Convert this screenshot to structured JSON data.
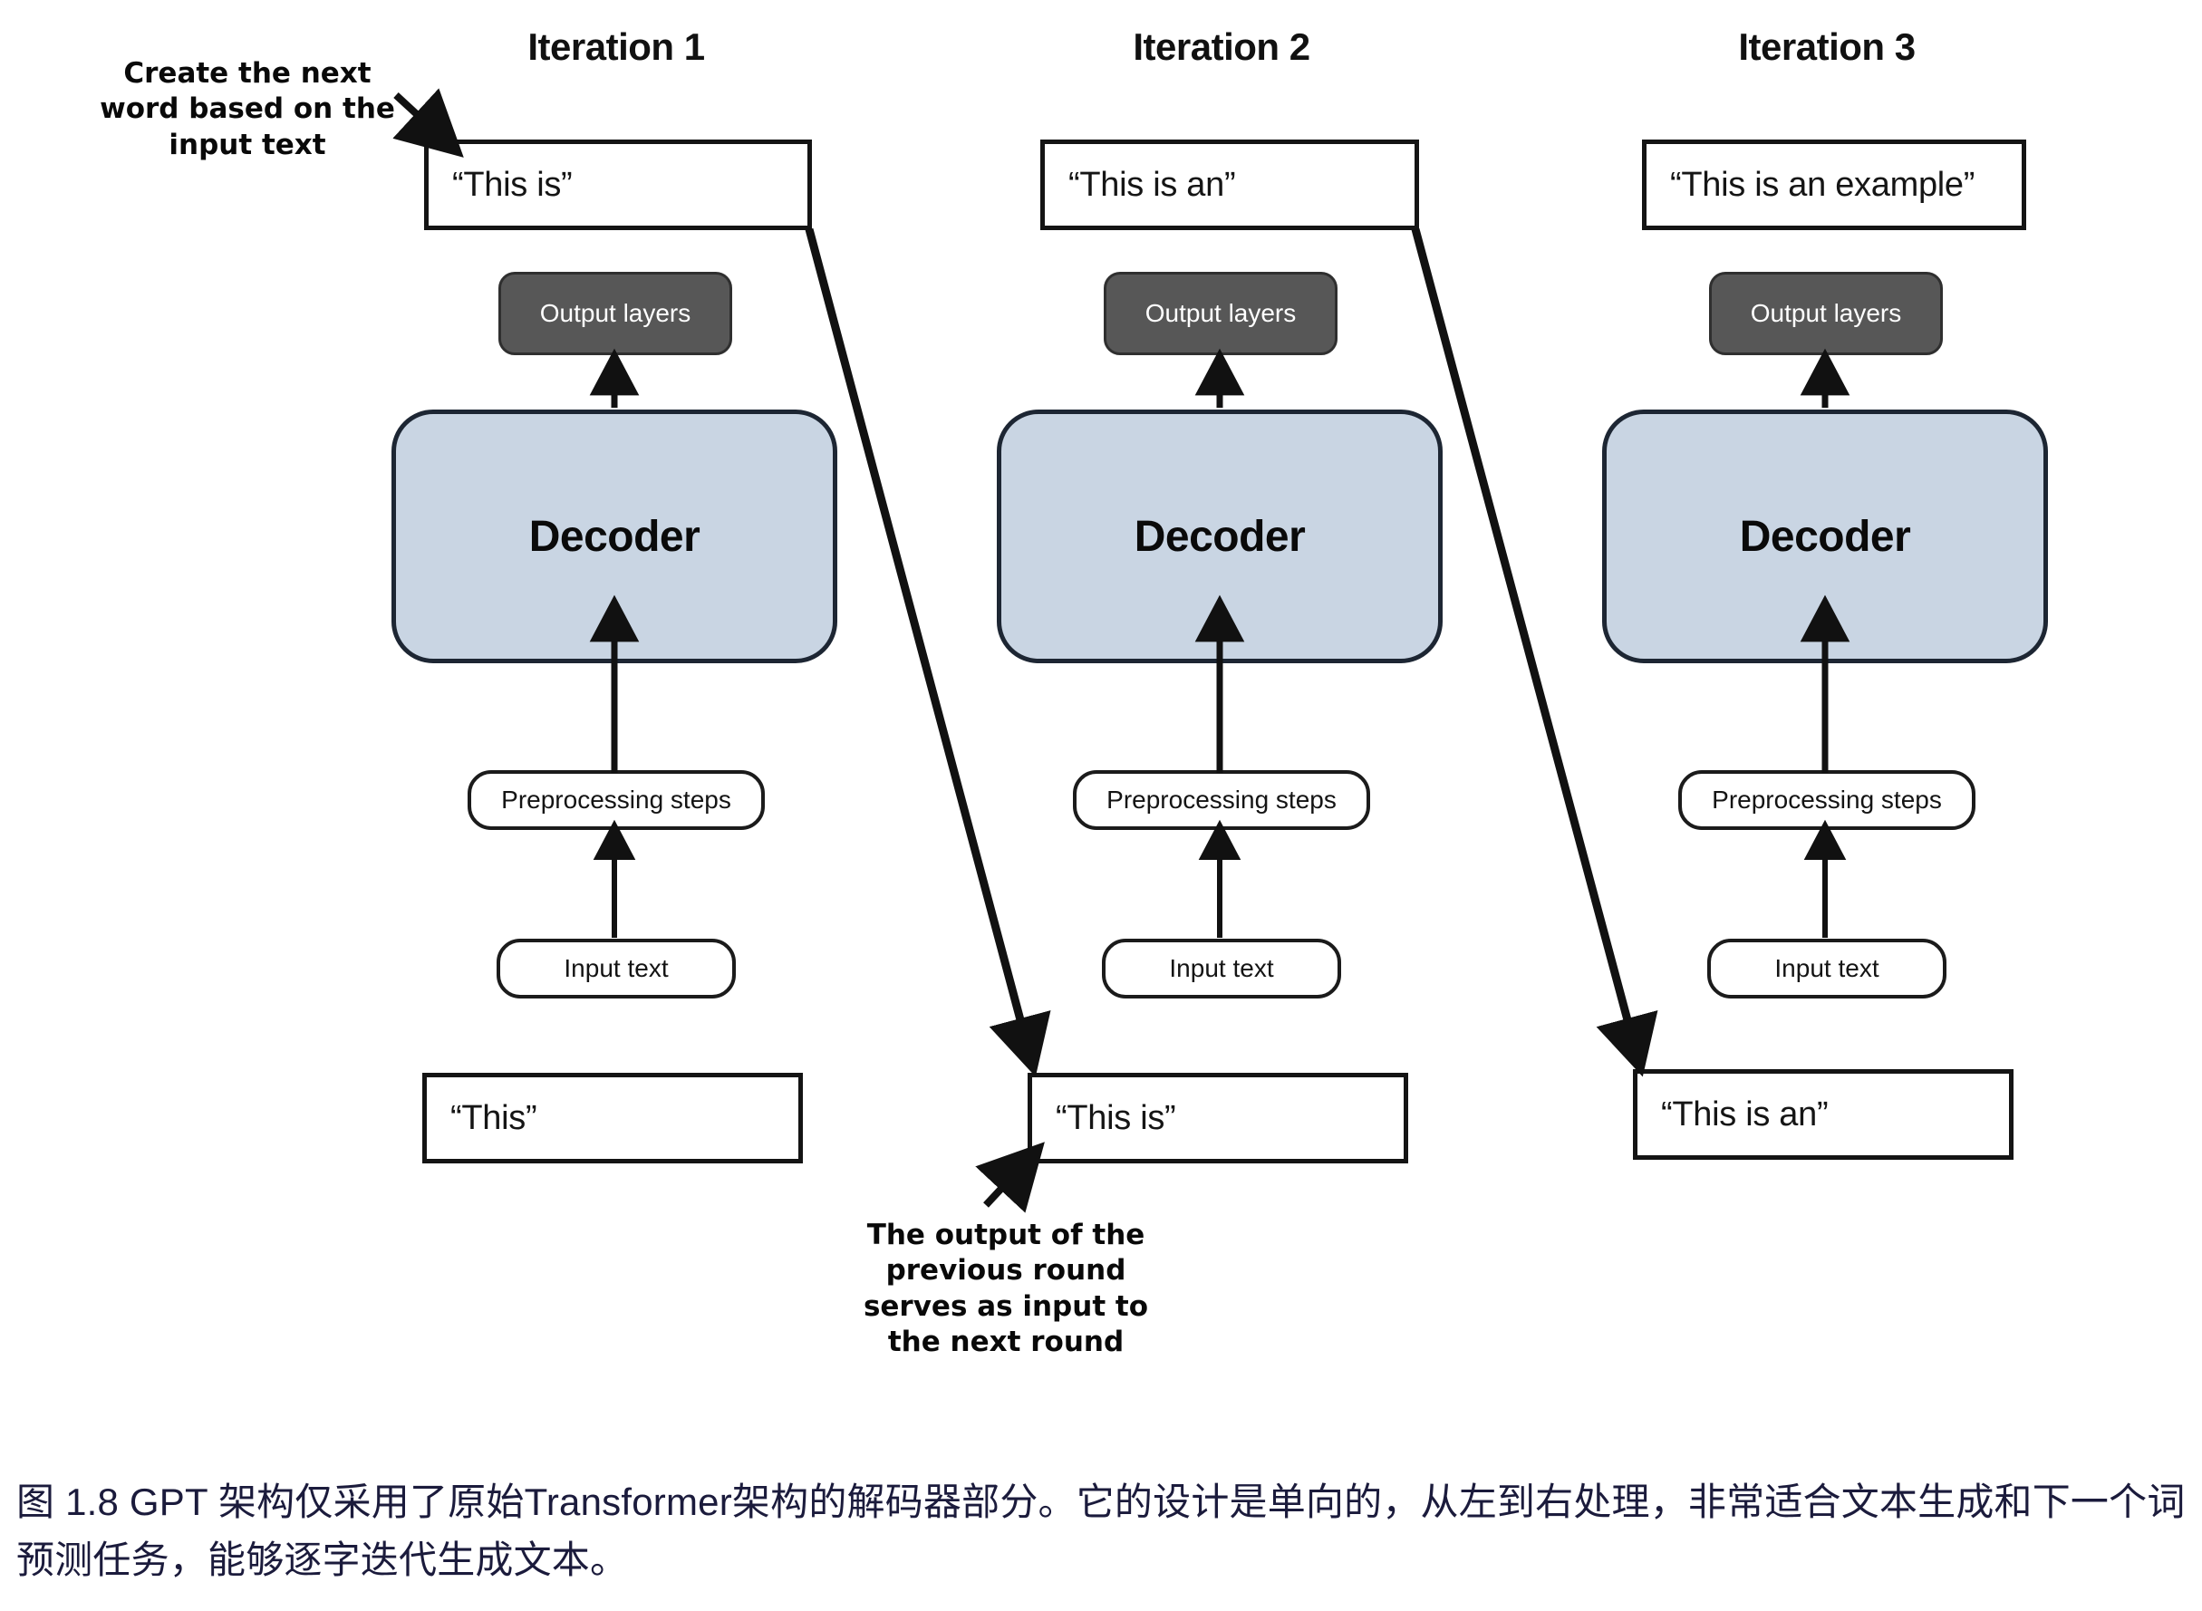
{
  "figure": {
    "caption": "图 1.8  GPT 架构仅采用了原始Transformer架构的解码器部分。它的设计是单向的，从左到右处理，非常适合文本生成和下一个词预测任务，能够逐字迭代生成文本。",
    "caption_color": "#1b1b3c",
    "background_color": "#ffffff"
  },
  "palette": {
    "decoder_fill": "#c9d5e3",
    "decoder_stroke": "#1d2633",
    "output_layers_fill": "#575757",
    "output_layers_text": "#ffffff",
    "box_stroke": "#141414",
    "arrow_color": "#111111"
  },
  "annotations": {
    "top_left": "Create the next word based on the input text",
    "top_left_lines": [
      "Create the next",
      "word based on the",
      "input text"
    ],
    "bottom_center": "The output of the previous round serves as input to the next round",
    "bottom_center_lines": [
      "The output of the",
      "previous round",
      "serves as input to",
      "the next round"
    ]
  },
  "columns": [
    {
      "title": "Iteration 1",
      "output_text": "“This is”",
      "output_layers_label": "Output layers",
      "decoder_label": "Decoder",
      "preprocessing_label": "Preprocessing steps",
      "input_label": "Input text",
      "input_text": "“This”"
    },
    {
      "title": "Iteration 2",
      "output_text": "“This is an”",
      "output_layers_label": "Output layers",
      "decoder_label": "Decoder",
      "preprocessing_label": "Preprocessing steps",
      "input_label": "Input text",
      "input_text": "“This is”"
    },
    {
      "title": "Iteration 3",
      "output_text": "“This is an example”",
      "output_layers_label": "Output layers",
      "decoder_label": "Decoder",
      "preprocessing_label": "Preprocessing steps",
      "input_label": "Input text",
      "input_text": "“This is an”"
    }
  ]
}
